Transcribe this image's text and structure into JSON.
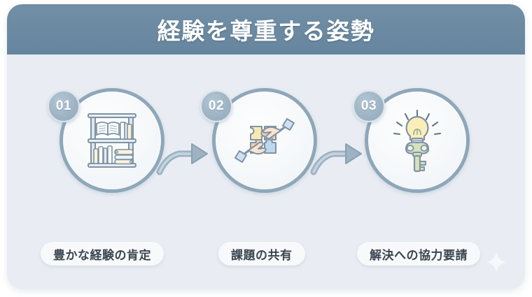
{
  "header": {
    "title": "経験を尊重する姿勢"
  },
  "colors": {
    "header_bg": "#6b8aa2",
    "card_bg": "#e9edf3",
    "page_bg": "#ffffff",
    "ring": "#8ea7b9",
    "badge": "#9db3c3",
    "caption_bg": "#f7f9fb",
    "caption_text": "#3c4650",
    "arrow": "#8ea7b9",
    "accent_yellow": "#f7e6a8",
    "accent_orange": "#f8cfa4",
    "accent_blue": "#bcd8ee",
    "accent_green": "#cfdcb4"
  },
  "steps": [
    {
      "number": "01",
      "icon": "bookshelf-icon",
      "caption": "豊かな経験の肯定"
    },
    {
      "number": "02",
      "icon": "hands-puzzle-icon",
      "caption": "課題の共有"
    },
    {
      "number": "03",
      "icon": "lightbulb-key-icon",
      "caption": "解決への協力要請"
    }
  ],
  "connectors": [
    {
      "name": "arrow-1",
      "icon": "curved-arrow-right-icon"
    },
    {
      "name": "arrow-2",
      "icon": "curved-arrow-right-icon"
    }
  ],
  "decoration": {
    "sparkle": "sparkle-icon"
  }
}
